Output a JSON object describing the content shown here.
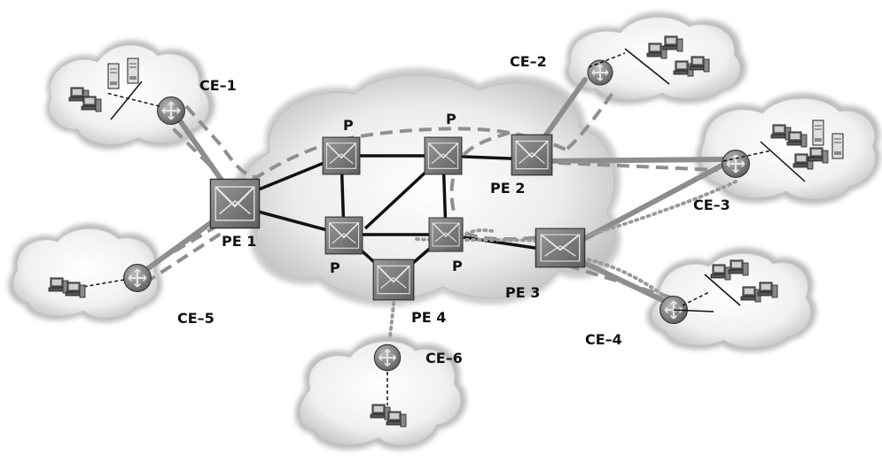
{
  "labels": {
    "ce1": "CE–1",
    "ce2": "CE–2",
    "ce3": "CE–3",
    "ce4": "CE–4",
    "ce5": "CE–5",
    "ce6": "CE–6",
    "pe1": "PE 1",
    "pe2": "PE 2",
    "pe3": "PE 3",
    "pe4": "PE  4",
    "p1": "P",
    "p2": "P",
    "p3": "P",
    "p4": "P"
  },
  "icons": {
    "provider_router": "router-envelope-icon",
    "customer_router": "router-icon",
    "host": "computer-icon",
    "server": "server-icon"
  }
}
